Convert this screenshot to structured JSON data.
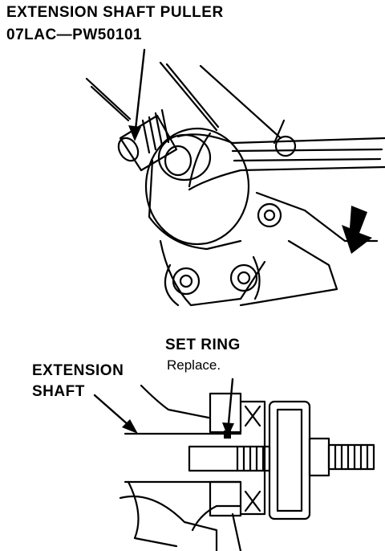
{
  "labels": {
    "tool_name": "EXTENSION SHAFT PULLER",
    "tool_number": "07LAC—PW50101",
    "set_ring": "SET RING",
    "set_ring_note": "Replace.",
    "extension_shaft_line1": "EXTENSION",
    "extension_shaft_line2": "SHAFT"
  },
  "icons": {
    "direction_arrow": "down-arrow-icon"
  },
  "colors": {
    "ink": "#000000",
    "paper": "#ffffff"
  }
}
